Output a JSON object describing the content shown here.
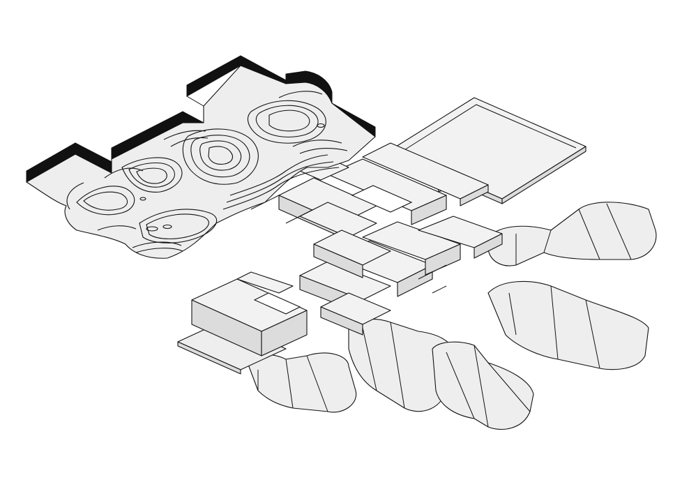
{
  "figure": {
    "kind": "axonometric exploded architectural diagram",
    "colors": {
      "background": "#ffffff",
      "surface": "#eeeeee",
      "side": "#dcdcdc",
      "edge": "#111111",
      "ceiling_band": "#111111"
    },
    "layers": [
      {
        "name": "topographic-ceiling",
        "note_visible": false
      },
      {
        "name": "roof-slab",
        "note_visible": false
      },
      {
        "name": "building-volumes",
        "note_visible": false
      },
      {
        "name": "lobed-ground-plates",
        "note_visible": false
      }
    ]
  }
}
